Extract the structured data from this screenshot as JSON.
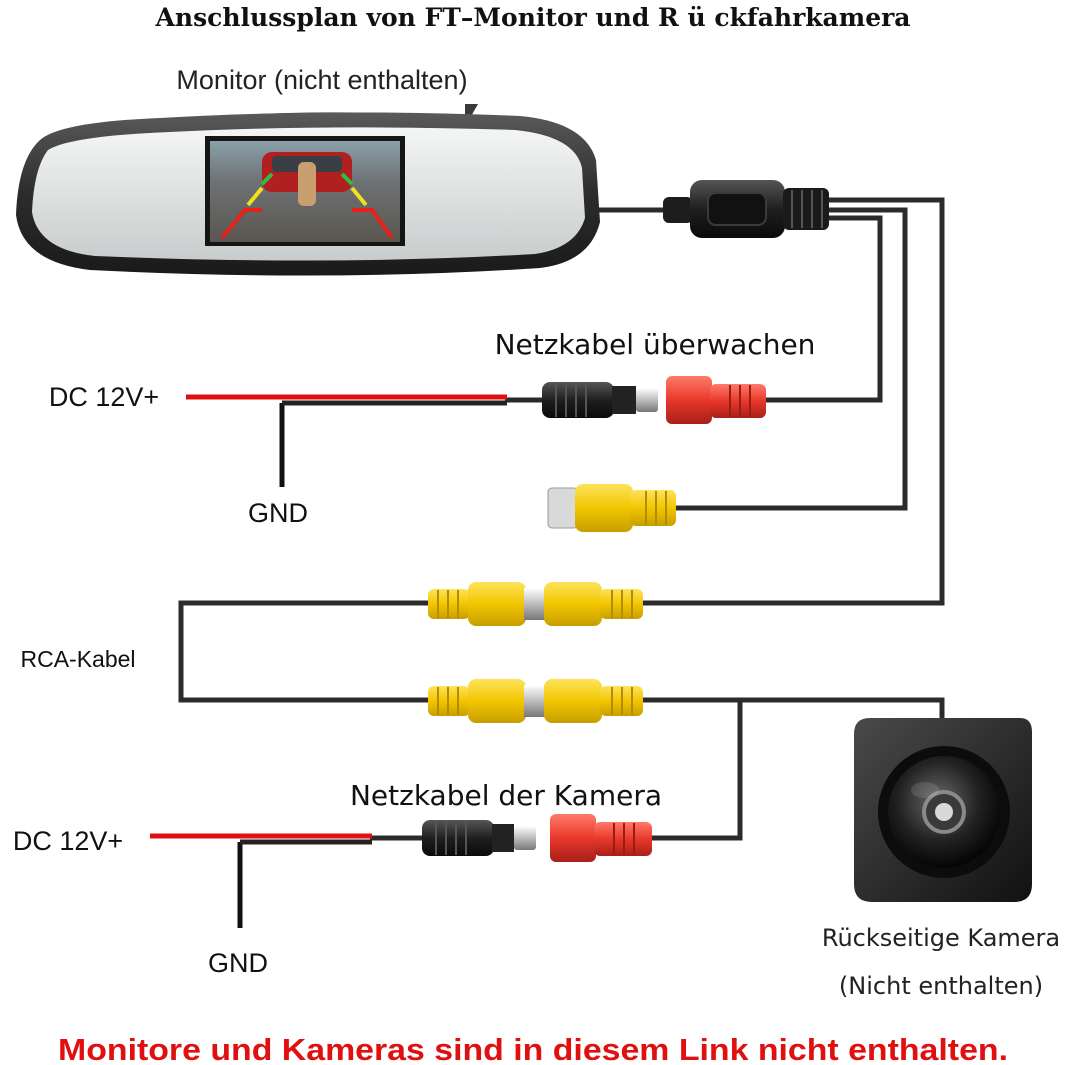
{
  "title": "Anschlussplan von FT–Monitor und R ü ckfahrkamera",
  "labels": {
    "monitor": "Monitor (nicht enthalten)",
    "monitor_power_cable": "Netzkabel überwachen",
    "dc_top": "DC 12V+",
    "gnd_top": "GND",
    "rca_cable": "RCA-Kabel",
    "camera_power_cable": "Netzkabel der Kamera",
    "dc_bottom": "DC 12V+",
    "gnd_bottom": "GND",
    "camera_line1": "Rückseitige Kamera",
    "camera_line2": "(Nicht enthalten)"
  },
  "footer_note": "Monitore und Kameras sind in diesem Link nicht enthalten.",
  "colors": {
    "cable": "#2b2b2b",
    "red_wire": "#e01010",
    "rca_yellow": "#f2c600",
    "dc_female_red": "#e8382a",
    "dc_male_black": "#1f1f1f",
    "footer_text": "#e01010"
  },
  "icons": {
    "monitor": "rear-view-mirror-monitor",
    "camera": "rear-camera"
  }
}
